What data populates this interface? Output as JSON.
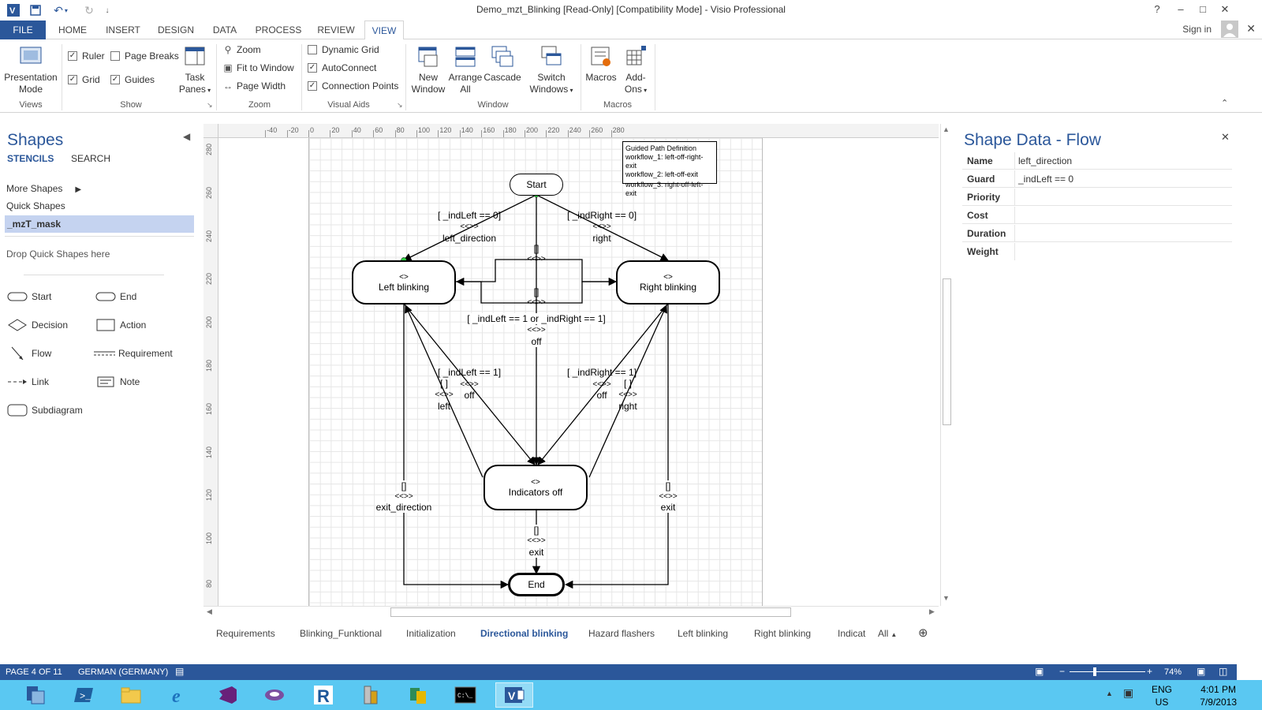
{
  "window": {
    "title": "Demo_mzt_Blinking  [Read-Only]  [Compatibility Mode] - Visio Professional",
    "controls": [
      "?",
      "–",
      "□",
      "✕"
    ]
  },
  "ribbon_tabs": [
    "FILE",
    "HOME",
    "INSERT",
    "DESIGN",
    "DATA",
    "PROCESS",
    "REVIEW",
    "VIEW"
  ],
  "active_tab": "VIEW",
  "account": {
    "sign_in": "Sign in"
  },
  "ribbon": {
    "views": {
      "presentation_mode": "Presentation Mode",
      "group": "Views"
    },
    "show": {
      "ruler": "Ruler",
      "page_breaks": "Page Breaks",
      "grid": "Grid",
      "guides": "Guides",
      "task_panes": "Task Panes",
      "group": "Show",
      "ruler_checked": true,
      "page_breaks_checked": false,
      "grid_checked": true,
      "guides_checked": true
    },
    "zoom": {
      "zoom": "Zoom",
      "fit_to_window": "Fit to Window",
      "page_width": "Page Width",
      "group": "Zoom"
    },
    "visual_aids": {
      "dynamic_grid": "Dynamic Grid",
      "autoconnect": "AutoConnect",
      "connection_points": "Connection Points",
      "group": "Visual Aids",
      "dynamic_grid_checked": false,
      "autoconnect_checked": true,
      "connection_points_checked": true
    },
    "window": {
      "new_window": "New Window",
      "arrange_all": "Arrange All",
      "cascade": "Cascade",
      "switch_windows": "Switch Windows",
      "group": "Window"
    },
    "macros": {
      "macros": "Macros",
      "addons": "Add-Ons",
      "group": "Macros"
    }
  },
  "shapes_pane": {
    "title": "Shapes",
    "tabs": [
      "STENCILS",
      "SEARCH"
    ],
    "more_shapes": "More Shapes",
    "quick_shapes": "Quick Shapes",
    "selected_stencil": "_mzT_mask",
    "drop_hint": "Drop Quick Shapes here",
    "stencils": [
      "Start",
      "End",
      "Decision",
      "Action",
      "Flow",
      "Requirement",
      "Link",
      "Note",
      "Subdiagram"
    ]
  },
  "rulers": {
    "top": [
      "-40",
      "-20",
      "0",
      "20",
      "40",
      "60",
      "80",
      "100",
      "120",
      "140",
      "160",
      "180",
      "200",
      "220",
      "240",
      "260",
      "280"
    ],
    "left": [
      "280",
      "260",
      "240",
      "220",
      "200",
      "180",
      "160",
      "140",
      "120",
      "100",
      "80"
    ]
  },
  "diagram": {
    "legend": {
      "title": "Guided Path Definition",
      "lines": [
        "workflow_1: left-off-right-exit",
        "workflow_2: left-off-exit",
        "workflow_3: right-off-left-exit"
      ]
    },
    "nodes": {
      "start": "Start",
      "left_blinking": "Left blinking",
      "right_blinking": "Right blinking",
      "indicators_off": "Indicators off",
      "end": "End",
      "stereotype": "<>"
    },
    "edges": {
      "guard_left": "[ _indLeft == 0]",
      "guard_right": "[ _indRight == 0]",
      "mid": "<<>>",
      "left_direction": "left_direction",
      "right": "right",
      "empty_guard": "[ ]",
      "empty_guard2": "[]",
      "off_guard": "[ _indLeft == 1 or _indRight == 1]",
      "off": "off",
      "left_off_guard": "[ _indLeft == 1]",
      "right_off_guard": "[ _indRight == 1]",
      "left": "left",
      "exit_direction": "exit_direction",
      "exit": "exit"
    }
  },
  "page_tabs": [
    "Requirements",
    "Blinking_Funktional",
    "Initialization",
    "Directional blinking",
    "Hazard flashers",
    "Left blinking",
    "Right blinking",
    "Indicat",
    "All"
  ],
  "active_page_tab": "Directional blinking",
  "shape_data": {
    "title": "Shape Data - Flow",
    "rows": [
      {
        "key": "Name",
        "value": "left_direction"
      },
      {
        "key": "Guard",
        "value": "_indLeft == 0"
      },
      {
        "key": "Priority",
        "value": ""
      },
      {
        "key": "Cost",
        "value": ""
      },
      {
        "key": "Duration",
        "value": ""
      },
      {
        "key": "Weight",
        "value": ""
      }
    ]
  },
  "status": {
    "page": "PAGE 4 OF 11",
    "language": "GERMAN (GERMANY)",
    "zoom": "74%"
  },
  "zoom_level": 0.74,
  "taskbar": {
    "lang": "ENG",
    "region": "US",
    "time": "4:01 PM",
    "date": "7/9/2013"
  },
  "colors": {
    "accent": "#2b579a",
    "taskbar": "#5ac8f2",
    "selected_stencil": "#c5d3f0"
  }
}
